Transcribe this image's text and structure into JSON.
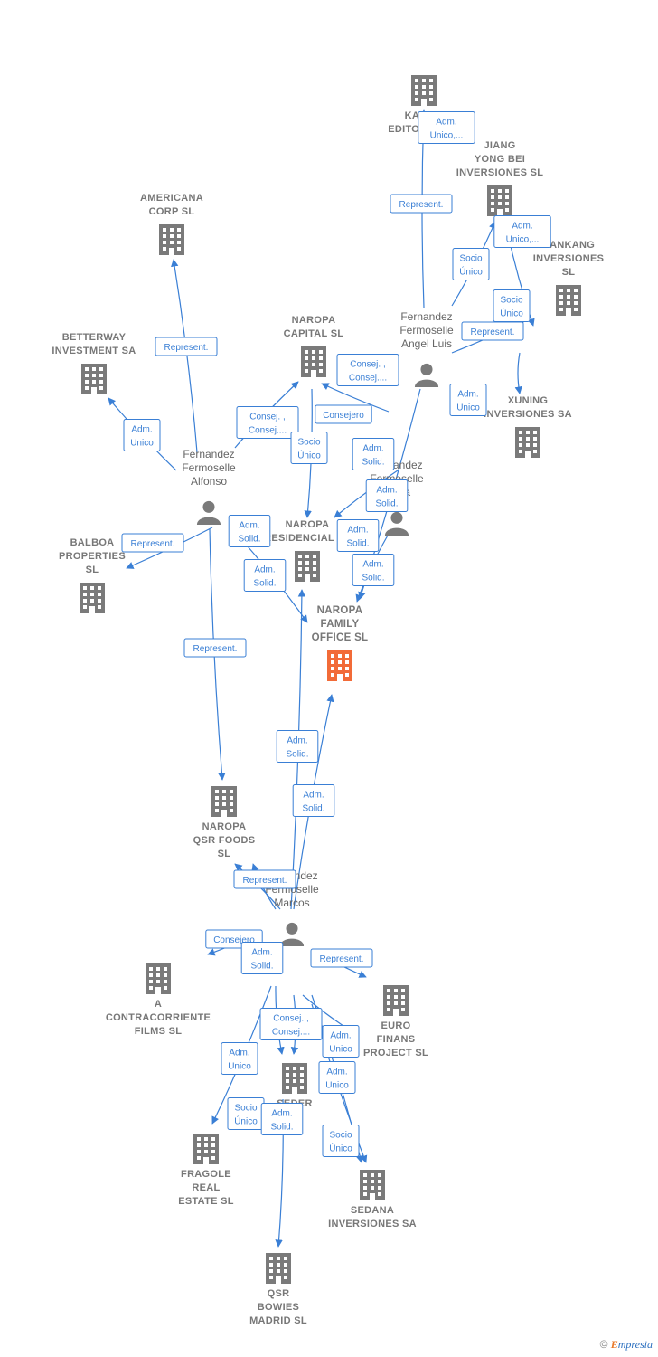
{
  "colors": {
    "edge": "#3a7fd5",
    "building": "#7a7a7a",
    "focus_building": "#f26b38",
    "person": "#7a7a7a"
  },
  "companies": [
    {
      "id": "kailas",
      "lines": [
        "KAILAS",
        "EDITORIAL SL"
      ]
    },
    {
      "id": "jiang",
      "lines": [
        "JIANG",
        "YONG BEI",
        "INVERSIONES SL"
      ]
    },
    {
      "id": "hankang",
      "lines": [
        "HANKANG",
        "INVERSIONES",
        "SL"
      ]
    },
    {
      "id": "americana",
      "lines": [
        "AMERICANA",
        "CORP SL"
      ]
    },
    {
      "id": "betterway",
      "lines": [
        "BETTERWAY",
        "INVESTMENT SA"
      ]
    },
    {
      "id": "naropa_capital",
      "lines": [
        "NAROPA",
        "CAPITAL SL"
      ]
    },
    {
      "id": "xuning",
      "lines": [
        "XUNING",
        "INVERSIONES SA"
      ]
    },
    {
      "id": "balboa",
      "lines": [
        "BALBOA",
        "PROPERTIES",
        "SL"
      ]
    },
    {
      "id": "naropa_residencial",
      "lines": [
        "NAROPA",
        "RESIDENCIAL SL"
      ]
    },
    {
      "id": "naropa_family",
      "lines": [
        "NAROPA",
        "FAMILY",
        "OFFICE SL"
      ],
      "focus": true
    },
    {
      "id": "naropa_qsr",
      "lines": [
        "NAROPA",
        "QSR FOODS",
        "SL"
      ]
    },
    {
      "id": "contracorriente",
      "lines": [
        "A",
        "CONTRACORRIENTE",
        "FILMS SL"
      ]
    },
    {
      "id": "euro_finans",
      "lines": [
        "EURO",
        "FINANS",
        "PROJECT SL"
      ]
    },
    {
      "id": "seder",
      "lines": [
        "SEDER",
        "SL"
      ]
    },
    {
      "id": "fragole",
      "lines": [
        "FRAGOLE",
        "REAL",
        "ESTATE SL"
      ]
    },
    {
      "id": "sedana",
      "lines": [
        "SEDANA",
        "INVERSIONES SA"
      ]
    },
    {
      "id": "qsr_bowies",
      "lines": [
        "QSR",
        "BOWIES",
        "MADRID SL"
      ]
    }
  ],
  "persons": [
    {
      "id": "angel_luis",
      "lines": [
        "Fernandez",
        "Fermoselle",
        "Angel Luis"
      ]
    },
    {
      "id": "alfonso",
      "lines": [
        "Fernandez",
        "Fermoselle",
        "Alfonso"
      ]
    },
    {
      "id": "maria",
      "lines": [
        "Fernandez",
        "Fermoselle",
        "Maria"
      ]
    },
    {
      "id": "marcos",
      "lines": [
        "Fernandez",
        "Fermoselle",
        "Marcos"
      ]
    }
  ],
  "edge_labels": [
    {
      "id": "l1",
      "lines": [
        "Adm.",
        "Unico,..."
      ]
    },
    {
      "id": "l2",
      "lines": [
        "Represent."
      ]
    },
    {
      "id": "l3",
      "lines": [
        "Adm.",
        "Unico,..."
      ]
    },
    {
      "id": "l4",
      "lines": [
        "Socio",
        "Único"
      ]
    },
    {
      "id": "l5",
      "lines": [
        "Socio",
        "Único"
      ]
    },
    {
      "id": "l6",
      "lines": [
        "Represent."
      ]
    },
    {
      "id": "l7",
      "lines": [
        "Represent."
      ]
    },
    {
      "id": "l8",
      "lines": [
        "Consej. ,",
        "Consej...."
      ]
    },
    {
      "id": "l9",
      "lines": [
        "Adm.",
        "Unico"
      ]
    },
    {
      "id": "l10",
      "lines": [
        "Consejero"
      ]
    },
    {
      "id": "l11",
      "lines": [
        "Consej. ,",
        "Consej...."
      ]
    },
    {
      "id": "l12",
      "lines": [
        "Adm.",
        "Unico"
      ]
    },
    {
      "id": "l13",
      "lines": [
        "Socio",
        "Único"
      ]
    },
    {
      "id": "l14",
      "lines": [
        "Adm.",
        "Solid."
      ]
    },
    {
      "id": "l15",
      "lines": [
        "Adm.",
        "Solid."
      ]
    },
    {
      "id": "l16",
      "lines": [
        "Represent."
      ]
    },
    {
      "id": "l17",
      "lines": [
        "Adm.",
        "Solid."
      ]
    },
    {
      "id": "l18",
      "lines": [
        "Adm.",
        "Solid."
      ]
    },
    {
      "id": "l19",
      "lines": [
        "Adm.",
        "Solid."
      ]
    },
    {
      "id": "l20",
      "lines": [
        "Adm.",
        "Solid."
      ]
    },
    {
      "id": "l21",
      "lines": [
        "Represent."
      ]
    },
    {
      "id": "l22",
      "lines": [
        "Adm.",
        "Solid."
      ]
    },
    {
      "id": "l23",
      "lines": [
        "Adm.",
        "Solid."
      ]
    },
    {
      "id": "l24",
      "lines": [
        "Represent."
      ]
    },
    {
      "id": "l25",
      "lines": [
        "Consejero"
      ]
    },
    {
      "id": "l26",
      "lines": [
        "Adm.",
        "Solid."
      ]
    },
    {
      "id": "l27",
      "lines": [
        "Represent."
      ]
    },
    {
      "id": "l28",
      "lines": [
        "Consej. ,",
        "Consej...."
      ]
    },
    {
      "id": "l29",
      "lines": [
        "Adm.",
        "Unico"
      ]
    },
    {
      "id": "l30",
      "lines": [
        "Adm.",
        "Unico"
      ]
    },
    {
      "id": "l31",
      "lines": [
        "Adm.",
        "Unico"
      ]
    },
    {
      "id": "l32",
      "lines": [
        "Socio",
        "Único"
      ]
    },
    {
      "id": "l33",
      "lines": [
        "Adm.",
        "Solid."
      ]
    },
    {
      "id": "l34",
      "lines": [
        "Socio",
        "Único"
      ]
    }
  ],
  "footer": {
    "copyright": "©",
    "brand_first": "E",
    "brand_rest": "mpresia"
  }
}
